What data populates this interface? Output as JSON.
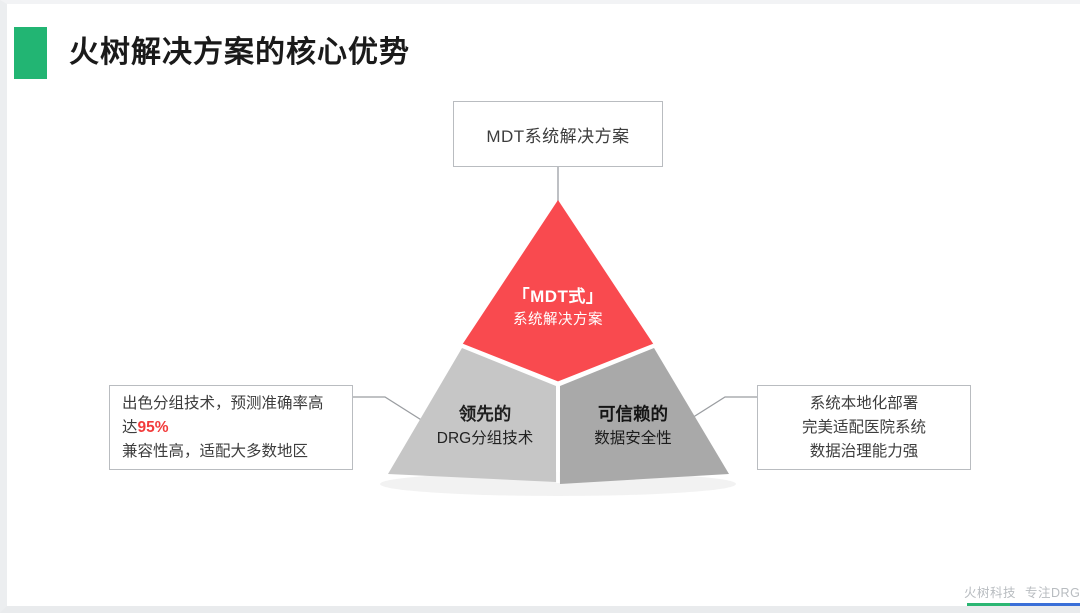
{
  "slide": {
    "title": "火树解决方案的核心优势",
    "accent_green": "#22b573",
    "accent_red": "#f94a4f",
    "gray_left": "#c6c6c6",
    "gray_right": "#a9a9a9"
  },
  "top_box": {
    "label": "MDT系统解决方案"
  },
  "pyramid": {
    "top": {
      "line1": "「MDT式」",
      "line2": "系统解决方案",
      "color": "#f94a4f",
      "text_color": "#ffffff"
    },
    "left": {
      "line1": "领先的",
      "line2": "DRG分组技术",
      "color": "#c6c6c6"
    },
    "right": {
      "line1": "可信赖的",
      "line2": "数据安全性",
      "color": "#a9a9a9"
    }
  },
  "callout_left": {
    "line1_a": "出色分组技术，预测准确率高",
    "line2_a": "达",
    "line2_highlight": "95%",
    "line3": "兼容性高，适配大多数地区",
    "highlight_color": "#f23b3b"
  },
  "callout_right": {
    "line1": "系统本地化部署",
    "line2": "完美适配医院系统",
    "line3": "数据治理能力强"
  },
  "footer": {
    "brand": "火树科技",
    "tagline": "专注DRG",
    "bar_green": "#2bb673",
    "bar_blue": "#3a6fd8"
  }
}
